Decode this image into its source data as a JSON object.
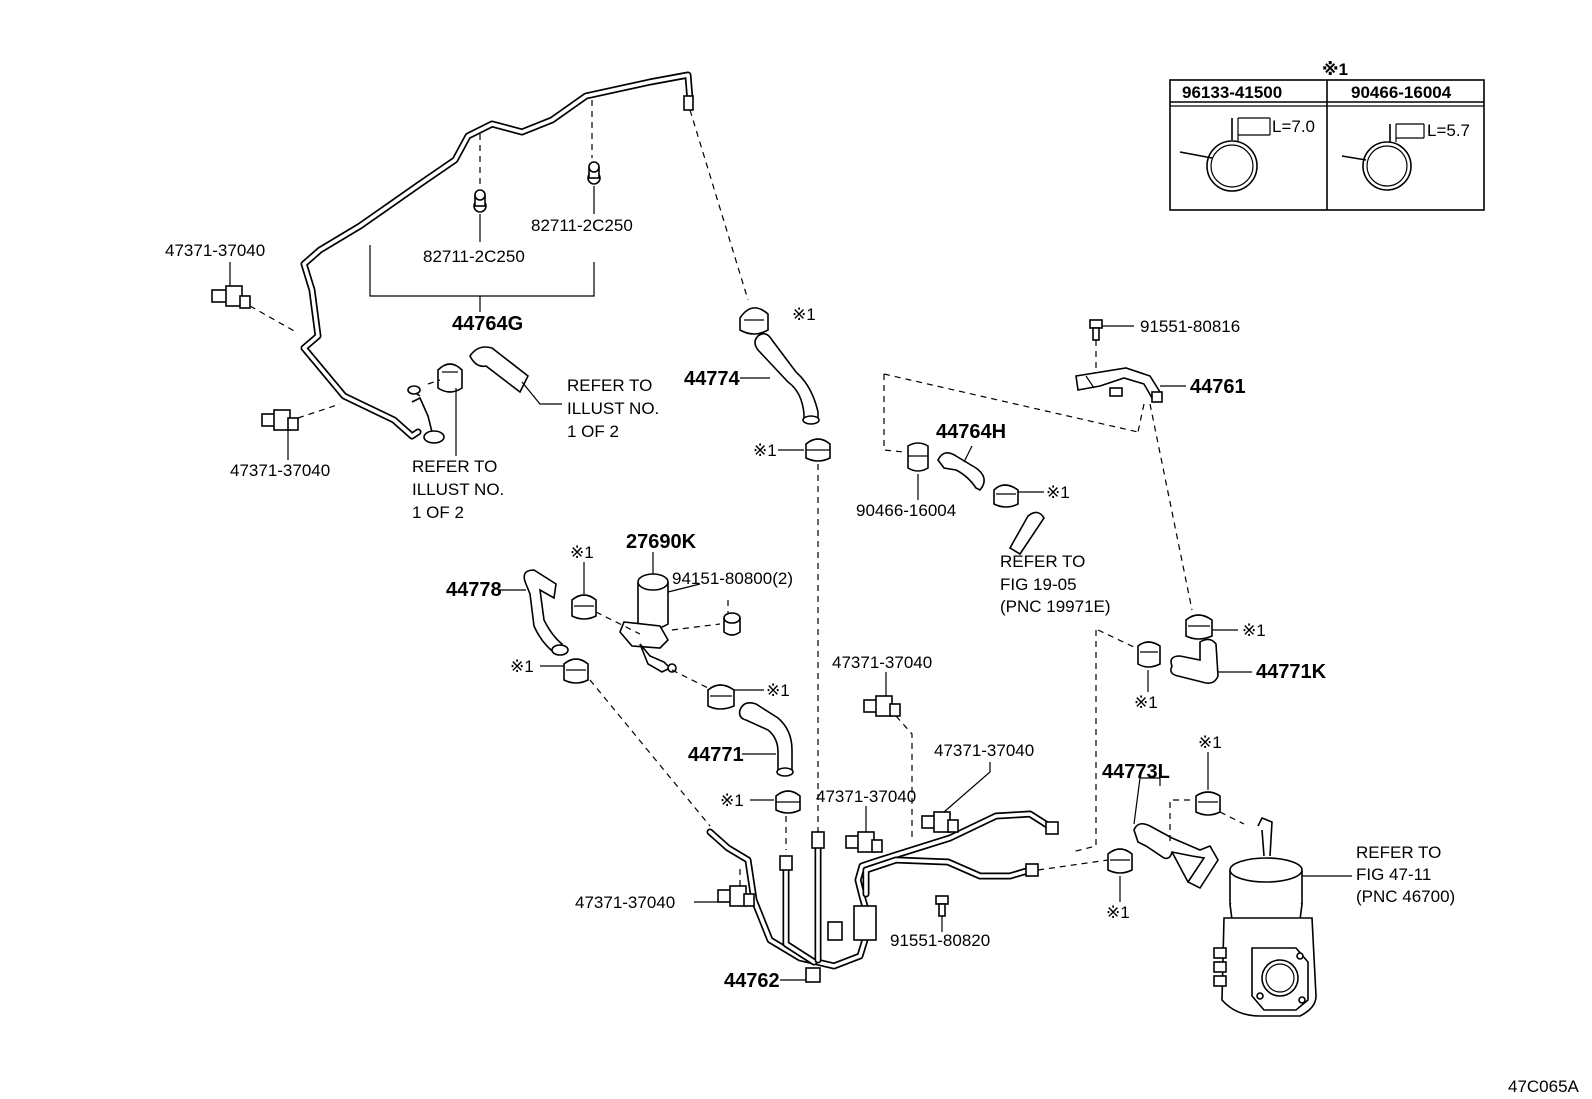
{
  "legend": {
    "mark": "※1",
    "columns": [
      {
        "part": "96133-41500",
        "dimension": "L=7.0"
      },
      {
        "part": "90466-16004",
        "dimension": "L=5.7"
      }
    ]
  },
  "labels": {
    "p47371_a": "47371-37040",
    "p47371_b": "47371-37040",
    "p47371_c": "47371-37040",
    "p47371_d": "47371-37040",
    "p47371_e": "47371-37040",
    "p47371_f": "47371-37040",
    "p82711_a": "82711-2C250",
    "p82711_b": "82711-2C250",
    "p44764G": "44764G",
    "p44774": "44774",
    "p44761": "44761",
    "p91551_80816": "91551-80816",
    "p44764H": "44764H",
    "p90466": "90466-16004",
    "p27690K": "27690K",
    "p94151": "94151-80800(2)",
    "p44778": "44778",
    "p44771K": "44771K",
    "p44771": "44771",
    "p44773L": "44773L",
    "p91551_80820": "91551-80820",
    "p44762": "44762",
    "diagram_code": "47C065A"
  },
  "marks": {
    "m1": "※1",
    "m2": "※1",
    "m3": "※1",
    "m4": "※1",
    "m5": "※1",
    "m6": "※1",
    "m7": "※1",
    "m8": "※1",
    "m9": "※1",
    "m10": "※1",
    "m11": "※1",
    "m12": "※1"
  },
  "refs": {
    "ref1": {
      "l1": "REFER TO",
      "l2": "ILLUST NO.",
      "l3": "1 OF 2"
    },
    "ref2": {
      "l1": "REFER TO",
      "l2": "ILLUST NO.",
      "l3": "1 OF 2"
    },
    "ref3": {
      "l1": "REFER TO",
      "l2": "FIG 19-05",
      "l3": "(PNC 19971E)"
    },
    "ref4": {
      "l1": "REFER TO",
      "l2": "FIG 47-11",
      "l3": "(PNC 46700)"
    }
  }
}
